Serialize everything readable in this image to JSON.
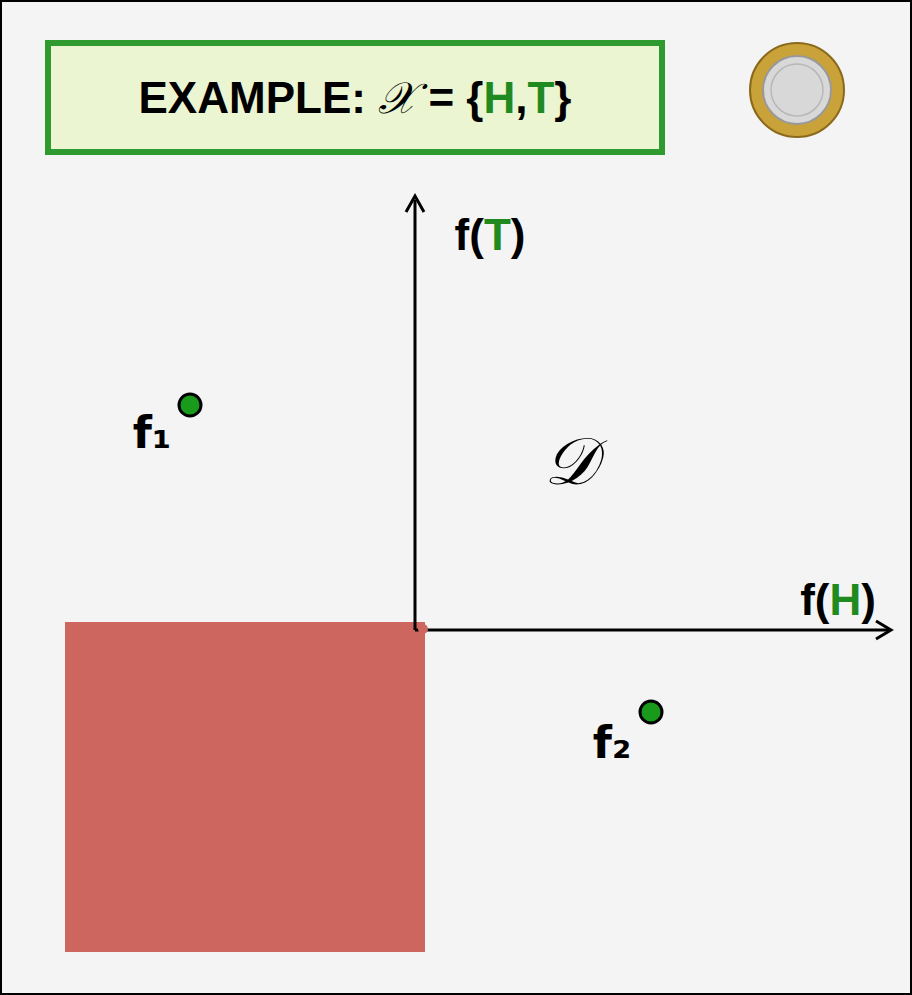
{
  "diagram": {
    "title": "EXAMPLE: 𝒳 = {H,T}",
    "labels": [
      "f(T)",
      "𝒟",
      "f(H)",
      "f₁",
      "f₂"
    ]
  }
}
